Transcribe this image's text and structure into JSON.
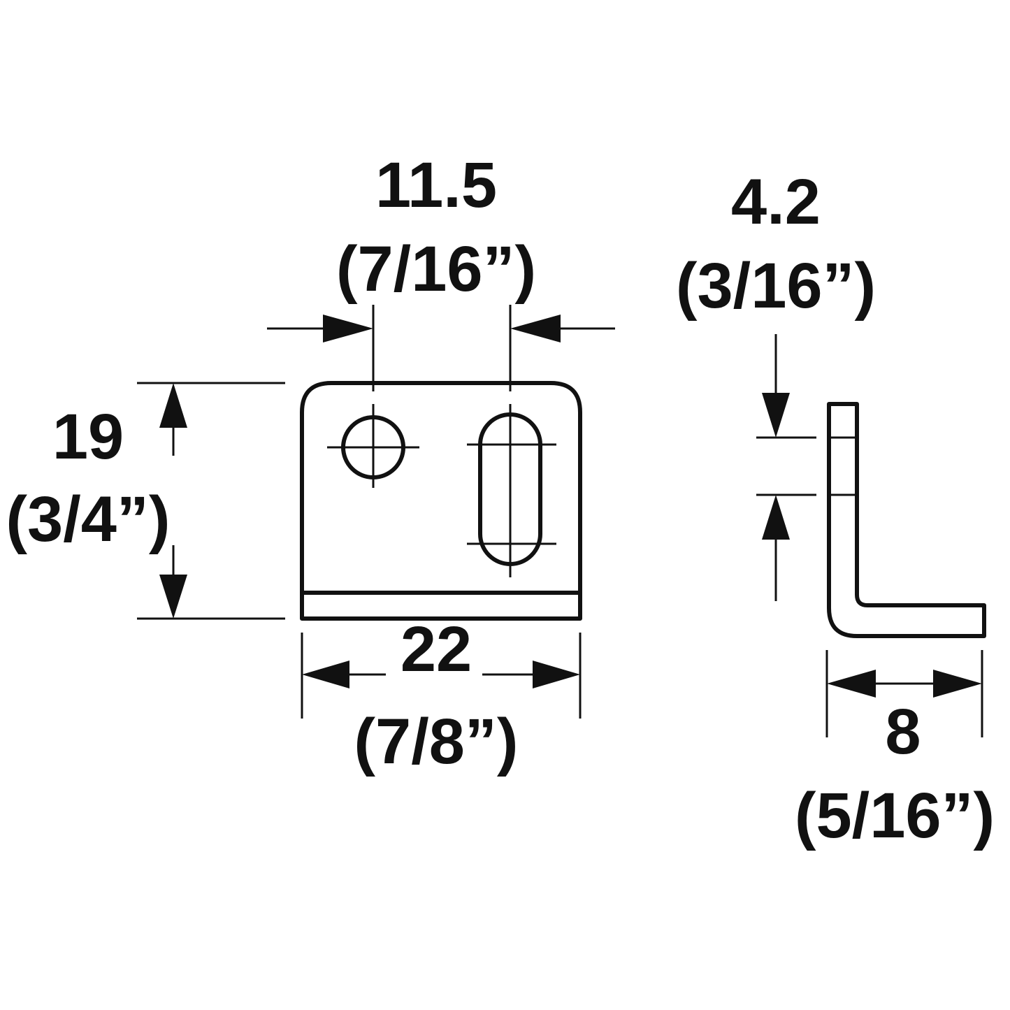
{
  "front_view": {
    "hole_spacing": {
      "metric": "11.5",
      "imperial": "(7/16”)"
    },
    "height": {
      "metric": "19",
      "imperial": "(3/4”)"
    },
    "width": {
      "metric": "22",
      "imperial": "(7/8”)"
    }
  },
  "side_view": {
    "thickness": {
      "metric": "4.2",
      "imperial": "(3/16”)"
    },
    "depth": {
      "metric": "8",
      "imperial": "(5/16”)"
    }
  }
}
